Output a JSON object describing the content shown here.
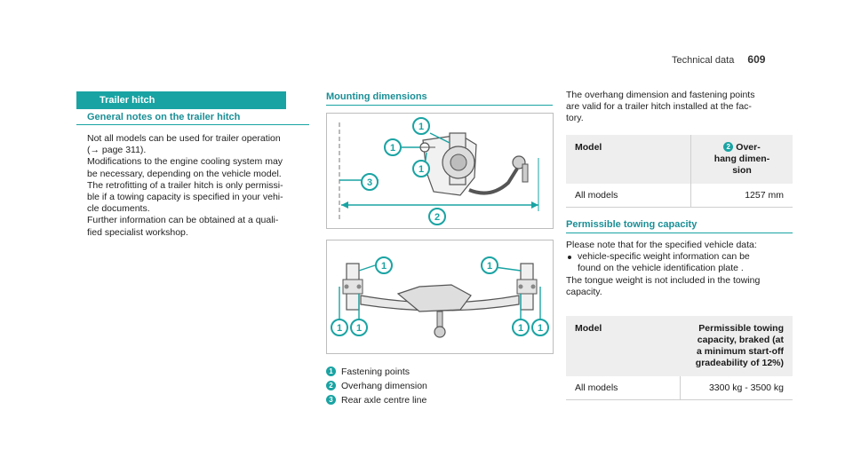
{
  "header": {
    "section": "Technical data",
    "page": "609"
  },
  "left": {
    "section_title": "Trailer hitch",
    "subtitle": "General notes on the trailer hitch",
    "para1_l1": "Not all models can be used for trailer operation",
    "para1_l2": "(→ page 311).",
    "para2_l1": "Modifications to the engine cooling system may",
    "para2_l2": "be necessary, depending on the vehicle model.",
    "para2_l3": "The retrofitting of a trailer hitch is only permissi-",
    "para2_l4": "ble if a towing capacity is specified in your vehi-",
    "para2_l5": "cle documents.",
    "para3_l1": "Further information can be obtained at a quali-",
    "para3_l2": "fied specialist workshop."
  },
  "middle": {
    "title": "Mounting dimensions",
    "legend": [
      {
        "num": "1",
        "text": "Fastening points"
      },
      {
        "num": "2",
        "text": "Overhang dimension"
      },
      {
        "num": "3",
        "text": "Rear axle centre line"
      }
    ],
    "fig1_callouts": [
      "1",
      "1",
      "1",
      "3",
      "2"
    ],
    "fig2_callouts": [
      "1",
      "1",
      "1",
      "1",
      "1",
      "1"
    ]
  },
  "right": {
    "intro_l1": "The overhang dimension and fastening points",
    "intro_l2": "are valid for a trailer hitch installed at the fac-",
    "intro_l3": "tory.",
    "table1": {
      "col1": "Model",
      "col2_badge": "2",
      "col2_l1": "Over-",
      "col2_l2": "hang dimen-",
      "col2_l3": "sion",
      "row_model": "All models",
      "row_value": "1257 mm"
    },
    "title2": "Permissible towing capacity",
    "p1": "Please note that for the specified vehicle data:",
    "bullet_l1": "vehicle-specific weight information can be",
    "bullet_l2": "found on the vehicle identification plate .",
    "p2_l1": "The tongue weight is not included in the towing",
    "p2_l2": "capacity.",
    "table2": {
      "col1": "Model",
      "col2_l1": "Permissible towing",
      "col2_l2": "capacity, braked (at",
      "col2_l3": "a minimum start-off",
      "col2_l4": "gradeability of 12%)",
      "row_model": "All models",
      "row_value": "3300 kg - 3500 kg"
    }
  },
  "colors": {
    "accent": "#1aa3a3",
    "header_bg": "#eeeeee"
  }
}
